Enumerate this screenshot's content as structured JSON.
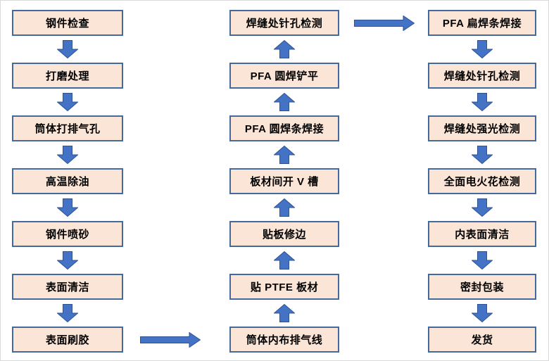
{
  "flowchart": {
    "columns": [
      {
        "name": "preparation",
        "arrow_direction": "down",
        "steps": [
          "钢件检查",
          "打磨处理",
          "筒体打排气孔",
          "高温除油",
          "钢件喷砂",
          "表面清洁",
          "表面刷胶"
        ]
      },
      {
        "name": "lining",
        "arrow_direction": "up",
        "display_order": "top-to-bottom",
        "flow_order": "bottom-to-top",
        "steps": [
          "焊缝处针孔检测",
          "PFA 圆焊铲平",
          "PFA 圆焊条焊接",
          "板材间开 V 槽",
          "贴板修边",
          "贴 PTFE 板材",
          "筒体内布排气线"
        ]
      },
      {
        "name": "finishing",
        "arrow_direction": "down",
        "steps": [
          "PFA 扁焊条焊接",
          "焊缝处针孔检测",
          "焊缝处强光检测",
          "全面电火花检测",
          "内表面清洁",
          "密封包装",
          "发货"
        ]
      }
    ],
    "connectors": [
      {
        "from": "表面刷胶",
        "to": "筒体内布排气线",
        "direction": "right",
        "position": "bottom"
      },
      {
        "from": "焊缝处针孔检测",
        "to": "PFA 扁焊条焊接",
        "direction": "right",
        "position": "top"
      }
    ],
    "colors": {
      "box_fill": "#FBE5D6",
      "box_border": "#44699D",
      "arrow_fill": "#4472C4",
      "arrow_outline": "#2E5395",
      "background": "#FFFFFF"
    }
  }
}
